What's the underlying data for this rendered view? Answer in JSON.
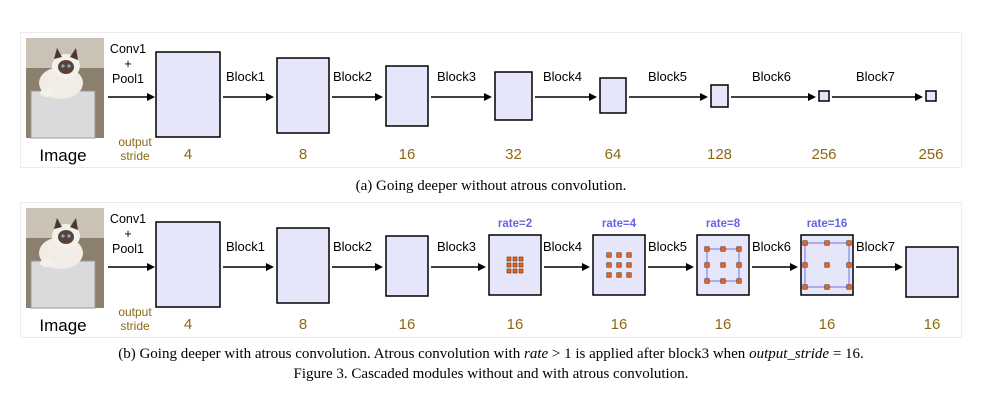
{
  "panels": [
    {
      "first_label": [
        "Conv1",
        "+",
        "Pool1"
      ],
      "image_label": "Image",
      "stride_label": [
        "output",
        "stride"
      ],
      "blocks": [
        "Block1",
        "Block2",
        "Block3",
        "Block4",
        "Block5",
        "Block6",
        "Block7"
      ],
      "strides": [
        "4",
        "8",
        "16",
        "32",
        "64",
        "128",
        "256",
        "256"
      ],
      "rates": [
        "",
        "",
        "",
        "",
        "",
        "",
        "",
        ""
      ],
      "caption": "(a) Going deeper without atrous convolution."
    },
    {
      "first_label": [
        "Conv1",
        "+",
        "Pool1"
      ],
      "image_label": "Image",
      "stride_label": [
        "output",
        "stride"
      ],
      "blocks": [
        "Block1",
        "Block2",
        "Block3",
        "Block4",
        "Block5",
        "Block6",
        "Block7"
      ],
      "strides": [
        "4",
        "8",
        "16",
        "16",
        "16",
        "16",
        "16",
        "16"
      ],
      "rates": [
        "",
        "",
        "",
        "rate=2",
        "rate=4",
        "rate=8",
        "rate=16",
        ""
      ],
      "caption": {
        "prefix": "(b) Going deeper with atrous convolution. Atrous convolution with ",
        "rate_var": "rate",
        "rate_cond": " > 1 is applied after block3 when ",
        "os_var": "output_stride",
        "os_value": " = 16."
      }
    }
  ],
  "figure_caption": "Figure 3. Cascaded modules without and with atrous convolution.",
  "colors": {
    "box_fill": "#e6e6fa",
    "stroke": "#000000",
    "stride_text": "#8b6914",
    "rate_text": "#6464e6",
    "kernel_dot": "#e8661e",
    "rate_outline": "#6e6ef0"
  },
  "icons": [
    "cat-photo"
  ]
}
